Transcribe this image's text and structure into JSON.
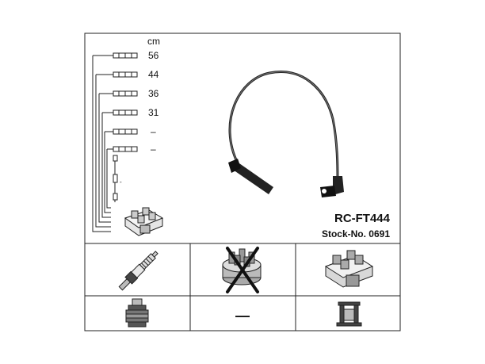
{
  "header": {
    "unit": "cm"
  },
  "lengths": [
    "56",
    "44",
    "36",
    "31",
    "–",
    "–"
  ],
  "product": {
    "code": "RC-FT444",
    "stock": "Stock-No. 0691"
  },
  "grid": {
    "dash_value": "—"
  },
  "icons": {
    "plug": "spark-plug-icon",
    "cap": "distributor-cap-icon",
    "coil": "ignition-coil-icon",
    "boot": "plug-boot-icon",
    "coil_terminal": "coil-terminal-icon"
  }
}
